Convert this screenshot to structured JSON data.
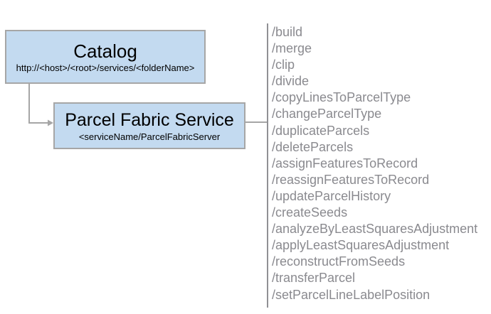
{
  "colors": {
    "box_fill": "#c3daf0",
    "box_border": "#a6a6a6",
    "connector": "#a6a6a6",
    "endpoint_text": "#8a8a8f",
    "divider": "#909094",
    "title_text": "#000000"
  },
  "diagram": {
    "catalog": {
      "title": "Catalog",
      "subtitle": "http://<host>/<root>/services/<folderName>"
    },
    "service": {
      "title": "Parcel Fabric Service",
      "subtitle": "<serviceName/ParcelFabricServer"
    },
    "endpoints": [
      "/build",
      "/merge",
      "/clip",
      "/divide",
      "/copyLinesToParcelType",
      "/changeParcelType",
      "/duplicateParcels",
      "/deleteParcels",
      "/assignFeaturesToRecord",
      "/reassignFeaturesToRecord",
      "/updateParcelHistory",
      "/createSeeds",
      "/analyzeByLeastSquaresAdjustment",
      "/applyLeastSquaresAdjustment",
      "/reconstructFromSeeds",
      "/transferParcel",
      "/setParcelLineLabelPosition"
    ]
  }
}
